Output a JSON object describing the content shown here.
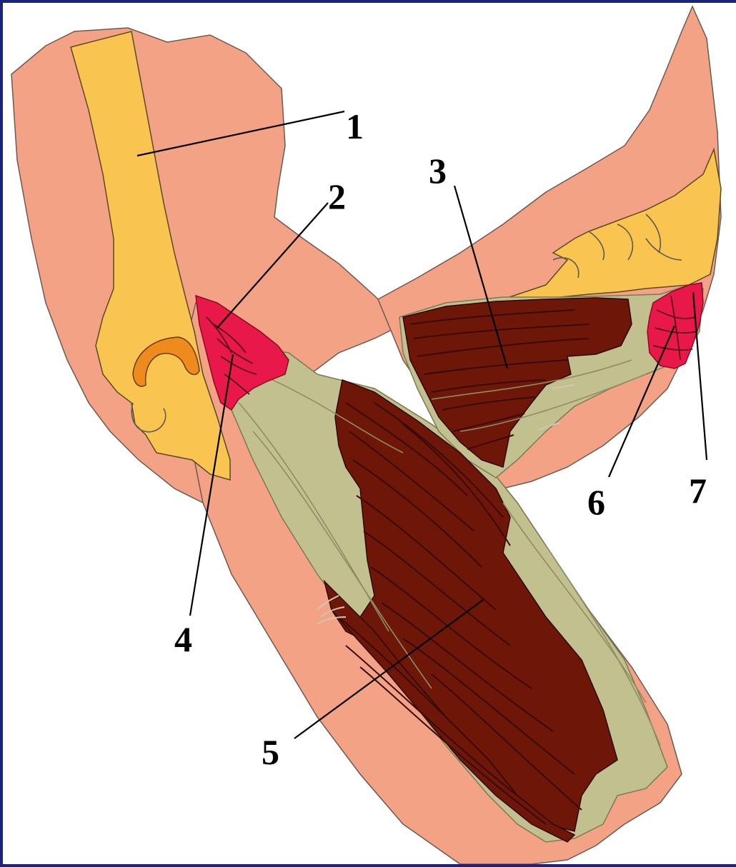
{
  "labels": [
    {
      "id": "1",
      "text": "1"
    },
    {
      "id": "2",
      "text": "2"
    },
    {
      "id": "3",
      "text": "3"
    },
    {
      "id": "4",
      "text": "4"
    },
    {
      "id": "5",
      "text": "5"
    },
    {
      "id": "6",
      "text": "6"
    },
    {
      "id": "7",
      "text": "7"
    }
  ],
  "colors": {
    "frame": "#1a237e",
    "background": "#ffffff",
    "skin": "#f3a285",
    "bone": "#f9c550",
    "joint_cartilage": "#ef8a1d",
    "muscle": "#6e1708",
    "fascia": "#c2c08e",
    "tendon_insertion": "#e8184a"
  }
}
